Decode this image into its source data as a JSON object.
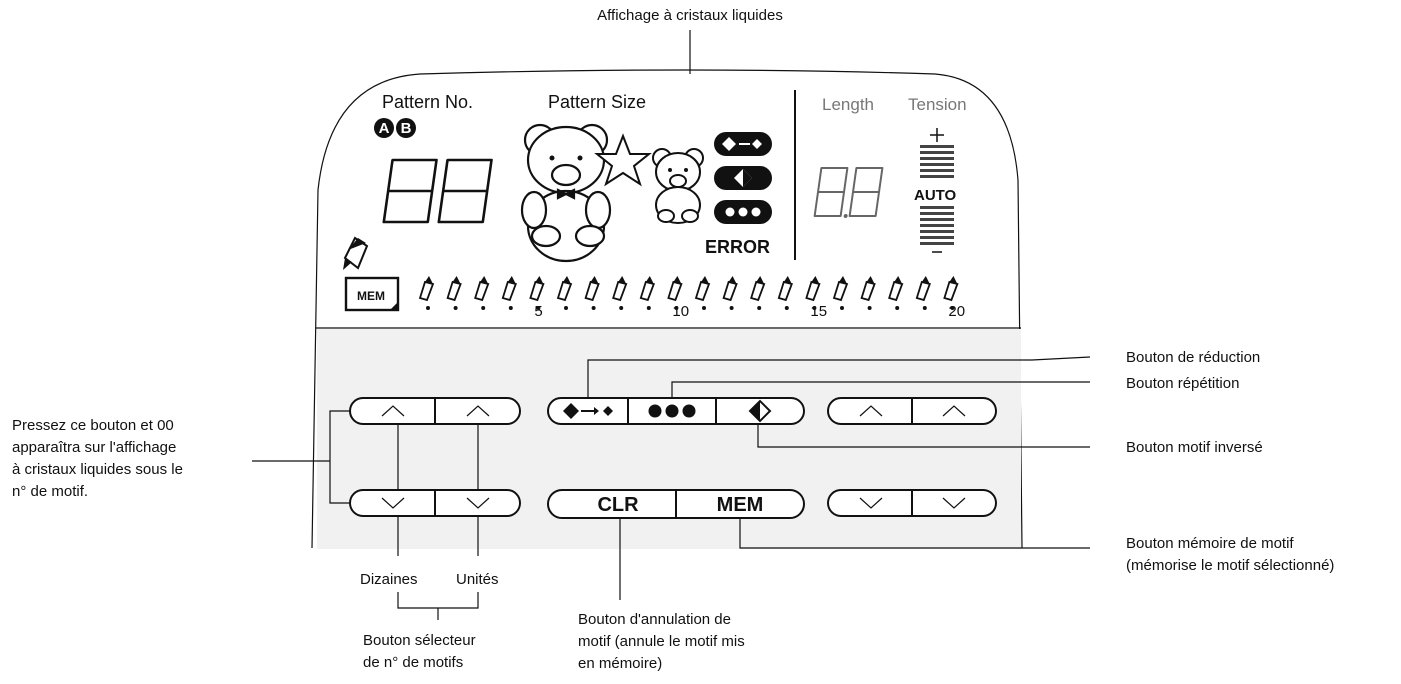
{
  "labels": {
    "lcd_title": "Affichage à cristaux liquides",
    "pattern_no": "Pattern No.",
    "pattern_size": "Pattern Size",
    "length": "Length",
    "tension": "Tension",
    "error": "ERROR",
    "auto": "AUTO",
    "mem_icon": "MEM",
    "ab_a": "A",
    "ab_b": "B"
  },
  "stitch_scale": {
    "count": 20,
    "labels": [
      "5",
      "10",
      "15",
      "20"
    ]
  },
  "buttons": {
    "clr": "CLR",
    "mem": "MEM"
  },
  "callouts": {
    "reduction": "Bouton de réduction",
    "repetition": "Bouton répétition",
    "inverse": "Bouton motif inversé",
    "memory_line1": "Bouton mémoire de motif",
    "memory_line2": "(mémorise le motif sélectionné)",
    "clear_line1": "Bouton d'annulation de",
    "clear_line2": "motif (annule le motif mis",
    "clear_line3": "en mémoire)",
    "selector_line1": "Bouton sélecteur",
    "selector_line2": "de n° de motifs",
    "tens": "Dizaines",
    "units": "Unités",
    "press_line1": "Pressez ce bouton et 00",
    "press_line2": "apparaîtra sur l'affichage",
    "press_line3": "à cristaux liquides sous le",
    "press_line4": "n° de motif."
  }
}
